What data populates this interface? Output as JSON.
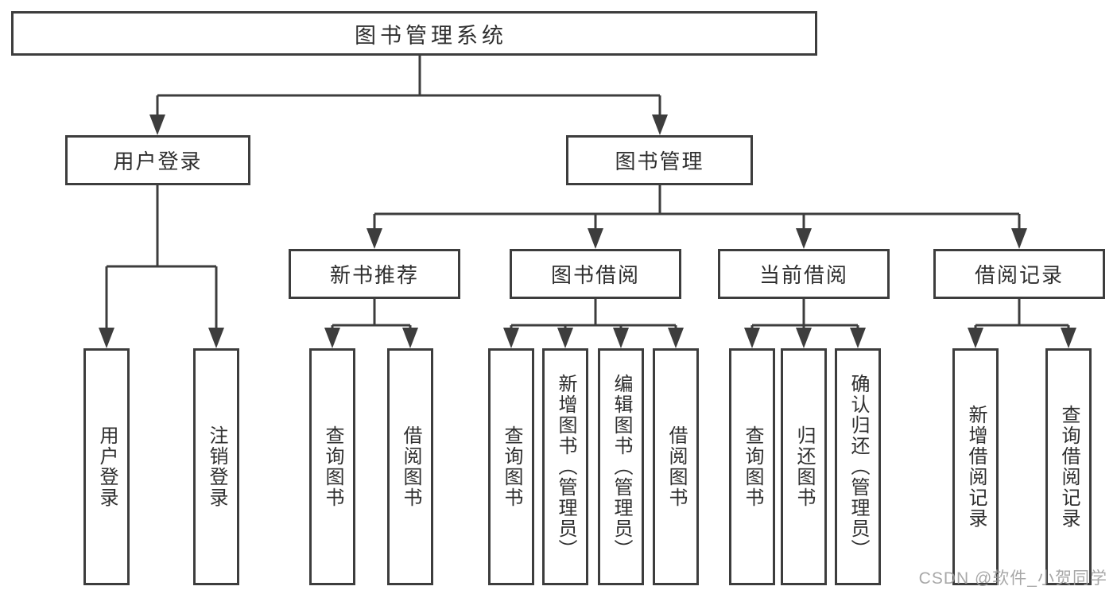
{
  "diagram": {
    "type": "hierarchy-tree",
    "title": "图书管理系统",
    "watermark": "CSDN @软件_小贺同学",
    "colors": {
      "background": "#ffffff",
      "line": "#3d3d3d",
      "box_border": "#3d3d3d",
      "text": "#2f2f2f",
      "watermark": "#9e9e9e"
    },
    "nodes": {
      "root": {
        "label": "图书管理系统",
        "level": 1
      },
      "user_login_group": {
        "label": "用户登录",
        "level": 2
      },
      "book_mgmt": {
        "label": "图书管理",
        "level": 2
      },
      "new_book_rec": {
        "label": "新书推荐",
        "level": 3
      },
      "book_borrow": {
        "label": "图书借阅",
        "level": 3
      },
      "current_borrow": {
        "label": "当前借阅",
        "level": 3
      },
      "borrow_records": {
        "label": "借阅记录",
        "level": 3
      },
      "user_login": {
        "label": "用户登录",
        "level": 4
      },
      "logout": {
        "label": "注销登录",
        "level": 4
      },
      "rec_query_book": {
        "label": "查询图书",
        "level": 4
      },
      "rec_borrow_book": {
        "label": "借阅图书",
        "level": 4
      },
      "bb_query_book": {
        "label": "查询图书",
        "level": 4
      },
      "bb_add_book": {
        "label": "新增图书（管理员）",
        "level": 4
      },
      "bb_edit_book": {
        "label": "编辑图书（管理员）",
        "level": 4
      },
      "bb_borrow_book": {
        "label": "借阅图书",
        "level": 4
      },
      "cb_query_book": {
        "label": "查询图书",
        "level": 4
      },
      "cb_return_book": {
        "label": "归还图书",
        "level": 4
      },
      "cb_confirm_return": {
        "label": "确认归还（管理员）",
        "level": 4
      },
      "br_add_record": {
        "label": "新增借阅记录",
        "level": 4
      },
      "br_query_record": {
        "label": "查询借阅记录",
        "level": 4
      }
    },
    "edges": [
      {
        "from": "root",
        "to": "user_login_group"
      },
      {
        "from": "root",
        "to": "book_mgmt"
      },
      {
        "from": "user_login_group",
        "to": "user_login"
      },
      {
        "from": "user_login_group",
        "to": "logout"
      },
      {
        "from": "book_mgmt",
        "to": "new_book_rec"
      },
      {
        "from": "book_mgmt",
        "to": "book_borrow"
      },
      {
        "from": "book_mgmt",
        "to": "current_borrow"
      },
      {
        "from": "book_mgmt",
        "to": "borrow_records"
      },
      {
        "from": "new_book_rec",
        "to": "rec_query_book"
      },
      {
        "from": "new_book_rec",
        "to": "rec_borrow_book"
      },
      {
        "from": "book_borrow",
        "to": "bb_query_book"
      },
      {
        "from": "book_borrow",
        "to": "bb_add_book"
      },
      {
        "from": "book_borrow",
        "to": "bb_edit_book"
      },
      {
        "from": "book_borrow",
        "to": "bb_borrow_book"
      },
      {
        "from": "current_borrow",
        "to": "cb_query_book"
      },
      {
        "from": "current_borrow",
        "to": "cb_return_book"
      },
      {
        "from": "current_borrow",
        "to": "cb_confirm_return"
      },
      {
        "from": "borrow_records",
        "to": "br_add_record"
      },
      {
        "from": "borrow_records",
        "to": "br_query_record"
      }
    ]
  }
}
